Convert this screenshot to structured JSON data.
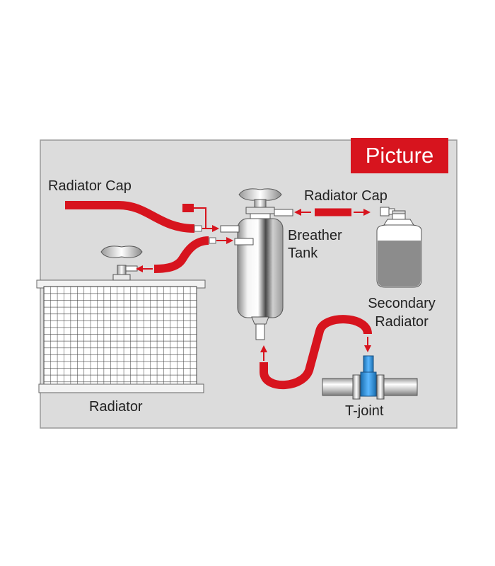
{
  "labels": {
    "picture": "Picture",
    "radiator_cap_left": "Radiator Cap",
    "radiator_cap_right": "Radiator Cap",
    "breather_tank_line1": "Breather",
    "breather_tank_line2": "Tank",
    "secondary_radiator_line1": "Secondary",
    "secondary_radiator_line2": "Radiator",
    "radiator": "Radiator",
    "t_joint": "T-joint"
  },
  "colors": {
    "panel_background": "#dcdcdc",
    "panel_border": "#9a9a9a",
    "hose_red": "#d7141e",
    "badge_red": "#d7141e",
    "t_joint_blue": "#2a8fd8",
    "text": "#222222"
  }
}
